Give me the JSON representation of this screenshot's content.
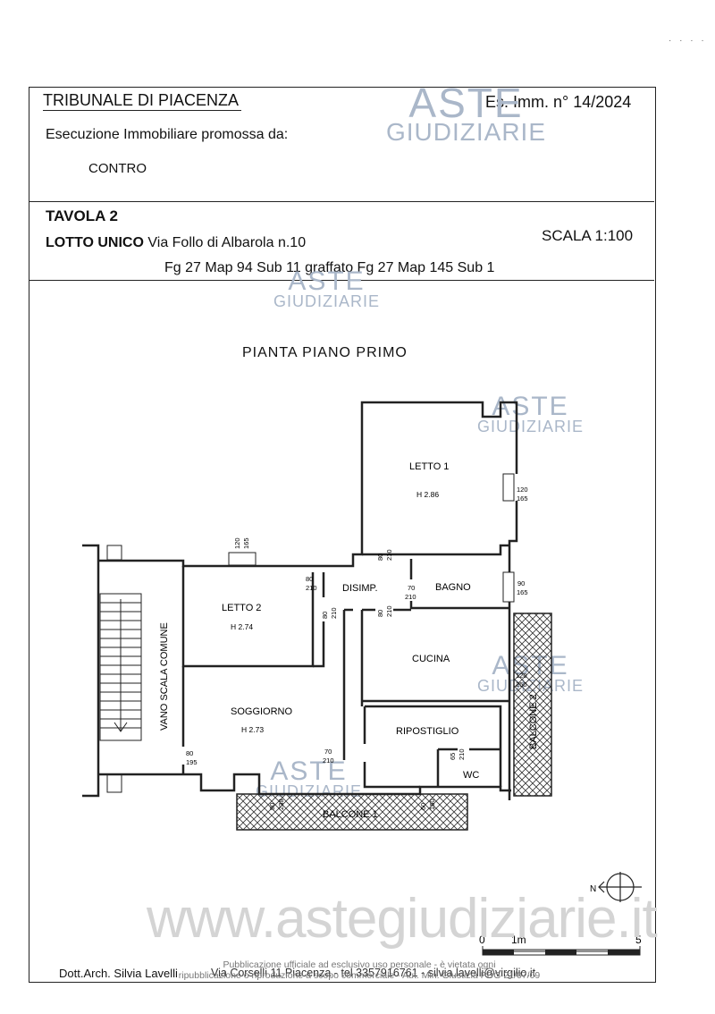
{
  "header": {
    "court": "TRIBUNALE DI PIACENZA",
    "case_number": "Es. Imm. n° 14/2024",
    "promoted_by": "Esecuzione Immobiliare promossa da:",
    "contro": "CONTRO",
    "table": "TAVOLA 2",
    "lot_label": "LOTTO UNICO",
    "address": "Via Follo di Albarola n.10",
    "scale": "SCALA  1:100",
    "cadastral": "Fg 27  Map 94  Sub 11  graffato Fg 27 Map 145 Sub 1"
  },
  "plan": {
    "title": "PIANTA  PIANO  PRIMO",
    "rooms": {
      "letto1": "LETTO 1",
      "letto1_h": "H 2.86",
      "letto2": "LETTO 2",
      "letto2_h": "H 2.74",
      "soggiorno": "SOGGIORNO",
      "soggiorno_h": "H 2.73",
      "disimp": "DISIMP.",
      "bagno": "BAGNO",
      "cucina": "CUCINA",
      "ripostiglio": "RIPOSTIGLIO",
      "wc": "WC",
      "vano_scala": "VANO SCALA COMUNE",
      "balcone1": "BALCONE 1",
      "balcone2": "BALCONE 2"
    },
    "openings": {
      "w_letto2_top_a": "120",
      "w_letto2_top_b": "165",
      "w_letto1_a": "120",
      "w_letto1_b": "165",
      "d_letto1_a": "80",
      "d_letto1_b": "210",
      "d_letto2_a": "80",
      "d_letto2_b": "210",
      "d_letto2_side_a": "80",
      "d_letto2_side_b": "210",
      "d_bagno_a": "70",
      "d_bagno_b": "210",
      "d_cucina_a": "80",
      "d_cucina_b": "210",
      "w_bagno_a": "90",
      "w_bagno_b": "165",
      "w_cucina_a": "120",
      "w_cucina_b": "250",
      "d_sogg_a": "80",
      "d_sogg_b": "195",
      "d_rip_a": "70",
      "d_rip_b": "210",
      "d_wc_a": "65",
      "d_wc_b": "210",
      "d_balc1_a": "90",
      "d_balc1_b": "238",
      "d_balc1r_a": "60",
      "d_balc1r_b": "160"
    },
    "scale_bar": {
      "zero": "0",
      "one": "1m",
      "five": "5"
    },
    "north": "N"
  },
  "watermark": {
    "aste": "ASTE",
    "giudiziarie": "GIUDIZIARIE",
    "url": "www.astegiudiziarie.it"
  },
  "footer": {
    "author": "Dott.Arch. Silvia Lavelli",
    "contact": "Via Corselli 11 Piacenza  -  tel 3357916761  -  silvia.lavelli@virgilio.it",
    "note_1": "Pubblicazione ufficiale ad esclusivo uso personale - è vietata ogni",
    "note_2": "ripubblicazione o riproduzione a scopo commerciale - Aut. Min. Giustizia PDG 21/07/09"
  },
  "colors": {
    "line": "#222222",
    "watermark": "#aab7c9"
  }
}
